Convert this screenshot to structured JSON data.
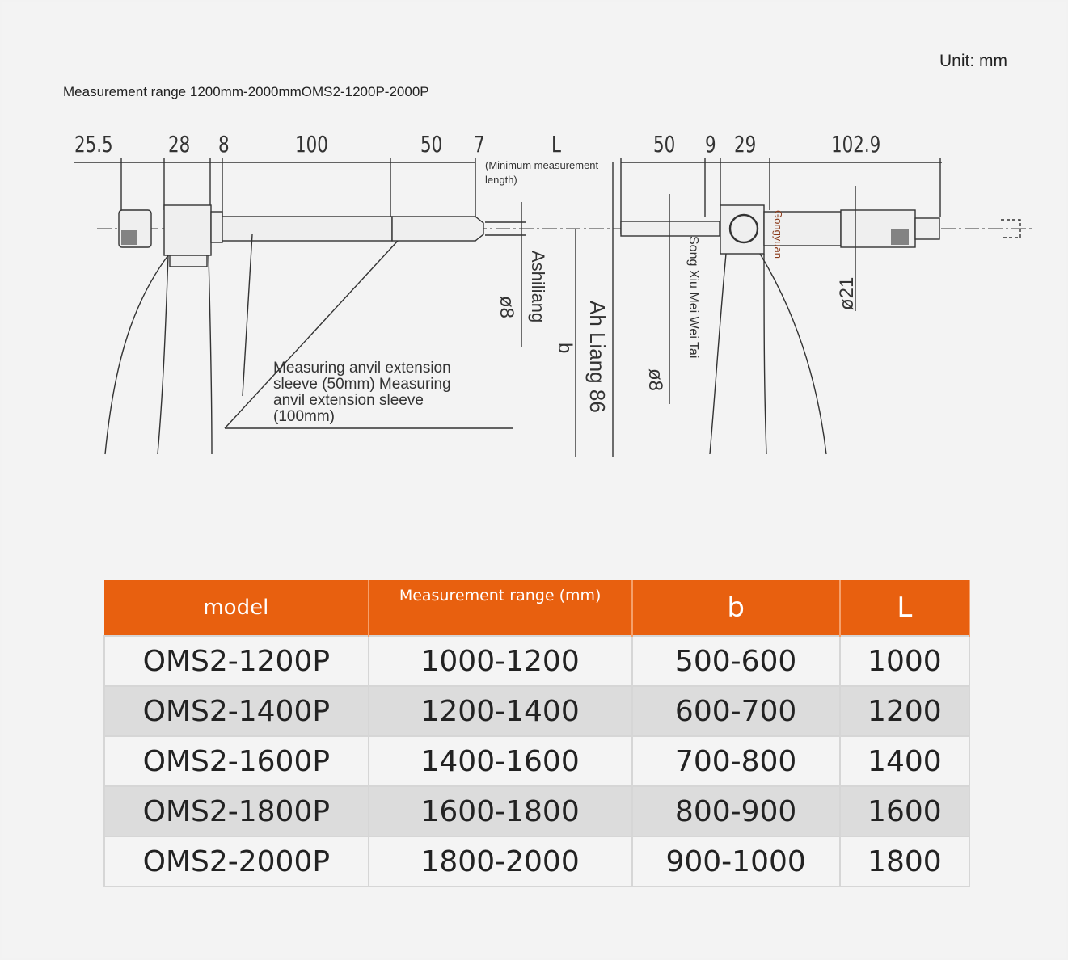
{
  "header": {
    "unit_label": "Unit: mm",
    "title": "Measurement range 1200mm-2000mmOMS2-1200P-2000P"
  },
  "drawing": {
    "dimensions_left": [
      "25.5",
      "28",
      "8",
      "100",
      "50",
      "7"
    ],
    "dimension_center": "L",
    "min_length_note": "(Minimum measurement length)",
    "dimensions_right": [
      "50",
      "9",
      "29",
      "102.9"
    ],
    "diameter_left": "ø8",
    "diameter_right": "ø8",
    "diameter_head": "ø21",
    "label_b": "b",
    "vertical_labels": {
      "ashiliang": "Ashiliang",
      "ah_liang": "Ah Liang 86",
      "song_xiu": "Song Xiu Mei Wei Tai",
      "gongyuan": "Gongyuan"
    },
    "callout": "Measuring anvil extension sleeve (50mm) Measuring anvil extension sleeve (100mm)",
    "callout_lines": [
      "Measuring anvil extension",
      "sleeve (50mm) Measuring",
      "anvil extension sleeve",
      "(100mm)"
    ]
  },
  "table": {
    "headers": [
      "model",
      "Measurement range (mm)",
      "b",
      "L"
    ],
    "rows": [
      [
        "OMS2-1200P",
        "1000-1200",
        "500-600",
        "1000"
      ],
      [
        "OMS2-1400P",
        "1200-1400",
        "600-700",
        "1200"
      ],
      [
        "OMS2-1600P",
        "1400-1600",
        "700-800",
        "1400"
      ],
      [
        "OMS2-1800P",
        "1600-1800",
        "800-900",
        "1600"
      ],
      [
        "OMS2-2000P",
        "1800-2000",
        "900-1000",
        "1800"
      ]
    ],
    "colors": {
      "header_bg": "#e8600f",
      "header_text": "#ffffff",
      "row_light": "#f4f4f4",
      "row_dark": "#dcdcdc"
    }
  }
}
